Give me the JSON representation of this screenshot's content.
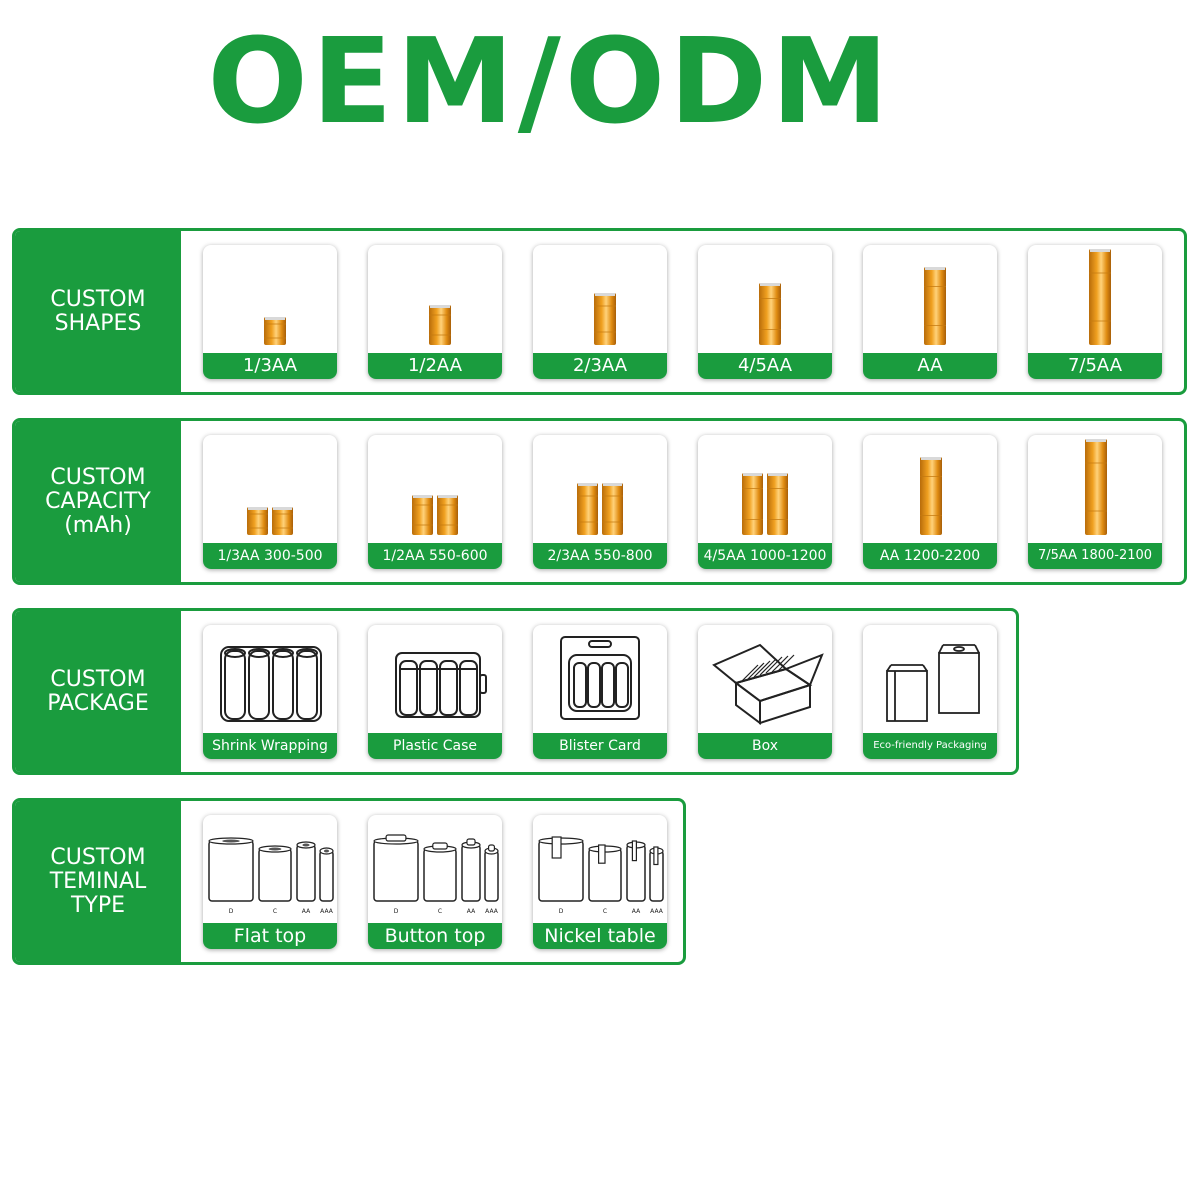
{
  "title": "OEM/ODM",
  "colors": {
    "brand_green": "#1a9c3e",
    "cell_gold": "#f0a020"
  },
  "sections": [
    {
      "label": "CUSTOM\nSHAPES",
      "items": [
        "1/3AA",
        "1/2AA",
        "2/3AA",
        "4/5AA",
        "AA",
        "7/5AA"
      ]
    },
    {
      "label": "CUSTOM\nCAPACITY\n(mAh)",
      "items": [
        "1/3AA  300-500",
        "1/2AA  550-600",
        "2/3AA  550-800",
        "4/5AA  1000-1200",
        "AA  1200-2200",
        "7/5AA  1800-2100"
      ]
    },
    {
      "label": "CUSTOM\nPACKAGE",
      "items": [
        "Shrink Wrapping",
        "Plastic Case",
        "Blister Card",
        "Box",
        "Eco-friendly Packaging"
      ]
    },
    {
      "label": "CUSTOM\nTEMINAL\nTYPE",
      "items": [
        "Flat top",
        "Button top",
        "Nickel table"
      ],
      "size_labels": [
        "D",
        "C",
        "AA",
        "AAA"
      ]
    }
  ]
}
